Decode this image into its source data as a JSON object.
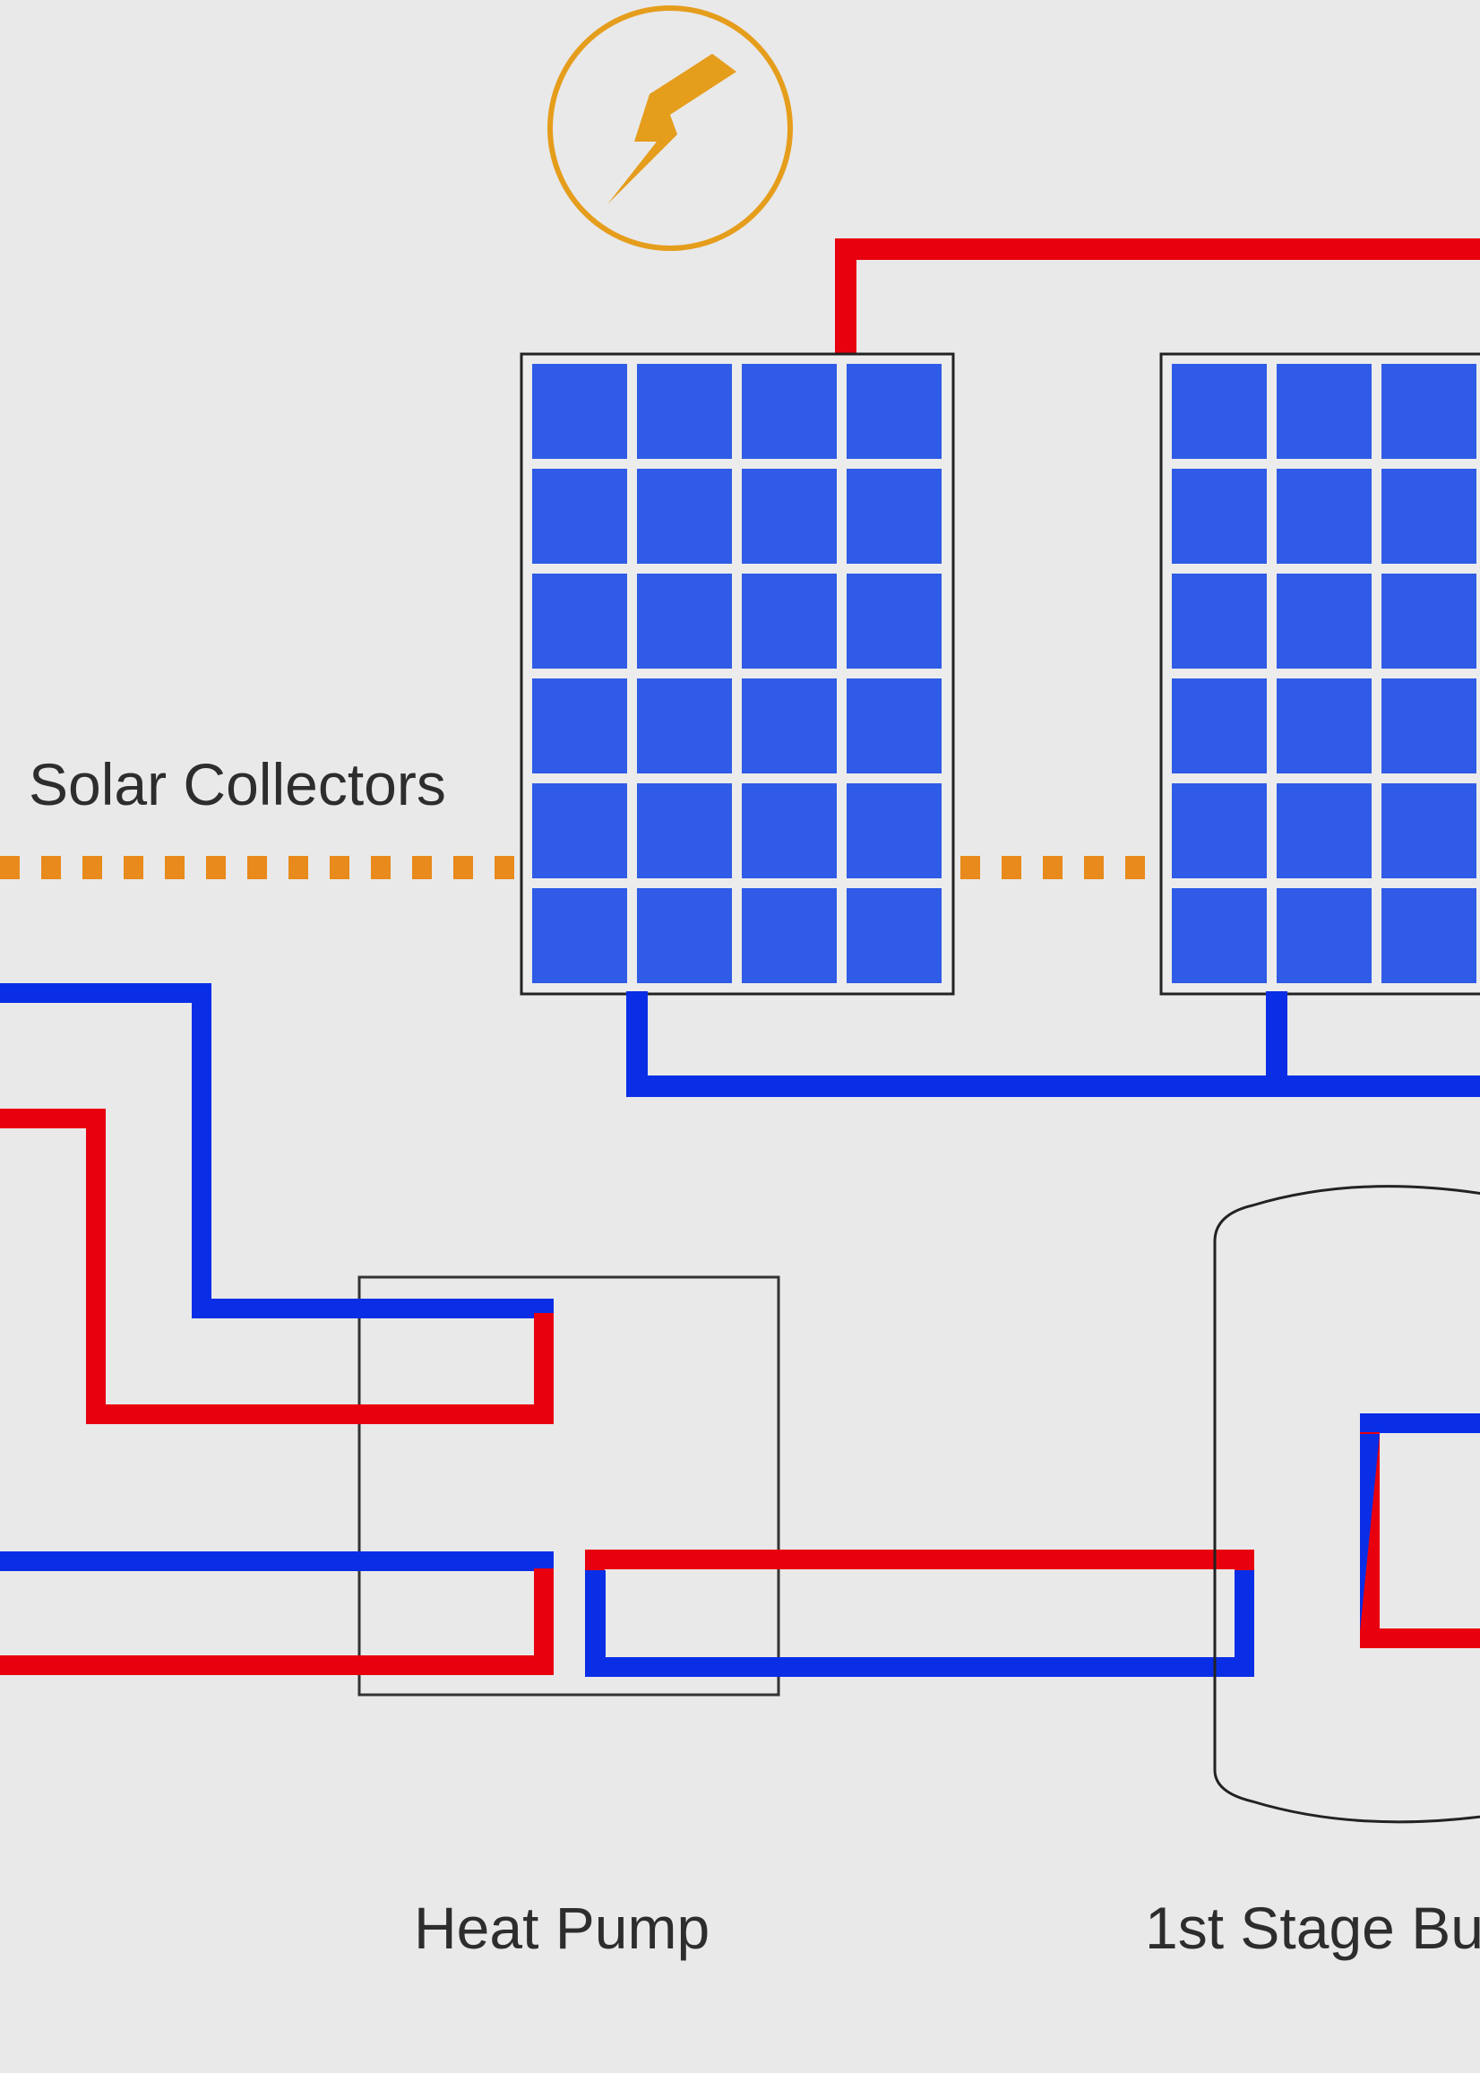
{
  "labels": {
    "solar_collectors": "Solar Collectors",
    "heat_pump": "Heat Pump",
    "buffer_stage": "1st Stage Bu"
  },
  "icons": {
    "power": "lightning-bolt-icon"
  },
  "colors": {
    "background": "#e9e9e9",
    "hot_pipe": "#e8000f",
    "cold_pipe": "#0a2ee6",
    "panel_cell": "#2f5be6",
    "panel_grid": "#e8e8f0",
    "electric_link": "#e88a1c",
    "power_icon": "#e59d1c",
    "outline": "#222222"
  }
}
